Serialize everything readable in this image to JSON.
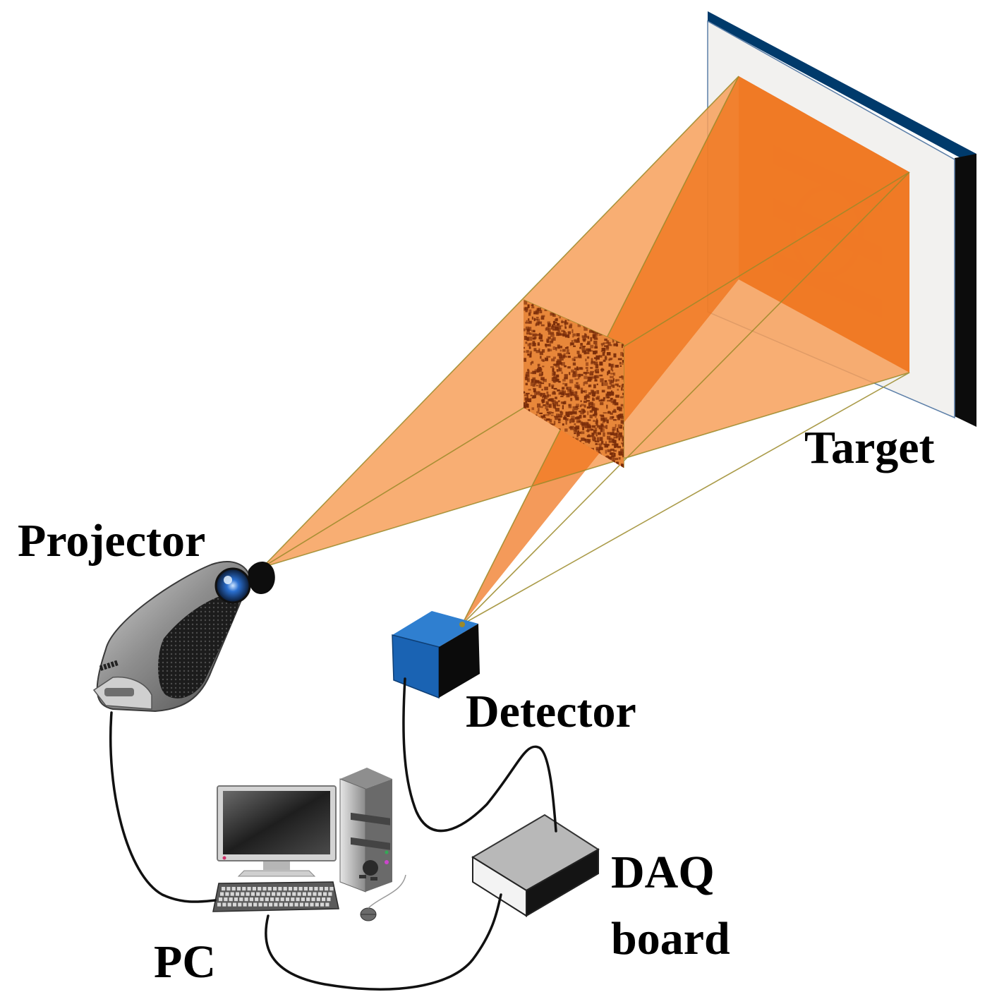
{
  "labels": {
    "target": "Target",
    "projector": "Projector",
    "detector": "Detector",
    "daq_line1": "DAQ",
    "daq_line2": "board",
    "pc": "PC"
  },
  "colors": {
    "beam_light": "#f7a05a",
    "beam_dark": "#f06f14",
    "target_image": "#d24c00",
    "target_frame": "#f2f1ef",
    "target_edge_top": "#003a6b",
    "target_edge_side": "#0c0c0c",
    "detector_blue": "#1a63b3",
    "speckle": "#7a2d0a",
    "cable": "#111111"
  },
  "icons": {
    "projector": "projector-icon",
    "detector": "detector-icon",
    "computer": "computer-icon",
    "daq": "daq-board-icon"
  }
}
